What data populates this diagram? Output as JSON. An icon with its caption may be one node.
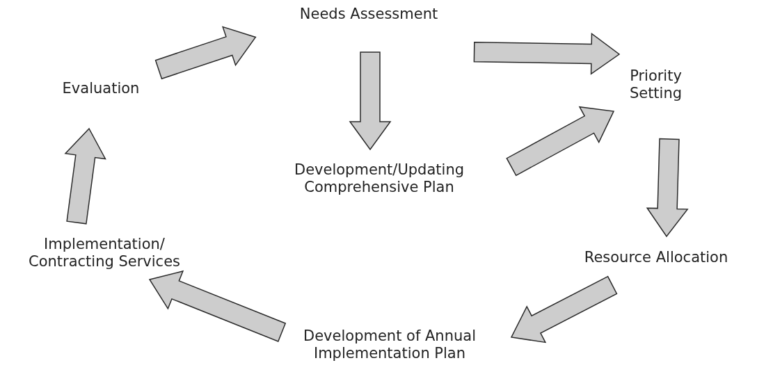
{
  "diagram": {
    "nodes": [
      {
        "text": [
          "Needs Assessment"
        ]
      },
      {
        "text": [
          "Priority Setting"
        ]
      },
      {
        "text": [
          "Development/Updating Comprehensive Plan"
        ]
      },
      {
        "text": [
          "Resource Allocation"
        ]
      },
      {
        "text": [
          "Development of Annual Implementation Plan"
        ]
      },
      {
        "text": [
          "Implementation/ Contracting Services"
        ]
      },
      {
        "text": [
          "Evaluation"
        ]
      }
    ],
    "edges": [
      {
        "from": 0,
        "to": 1,
        "arrow": "to"
      },
      {
        "from": 0,
        "to": 2,
        "arrow": "to"
      },
      {
        "from": 2,
        "to": 1,
        "arrow": "to"
      },
      {
        "from": 1,
        "to": 3,
        "arrow": "to"
      },
      {
        "from": 3,
        "to": 4,
        "arrow": "to"
      },
      {
        "from": 4,
        "to": 5,
        "arrow": "to"
      },
      {
        "from": 5,
        "to": 6,
        "arrow": "to"
      },
      {
        "from": 6,
        "to": 0,
        "arrow": "to"
      }
    ]
  }
}
